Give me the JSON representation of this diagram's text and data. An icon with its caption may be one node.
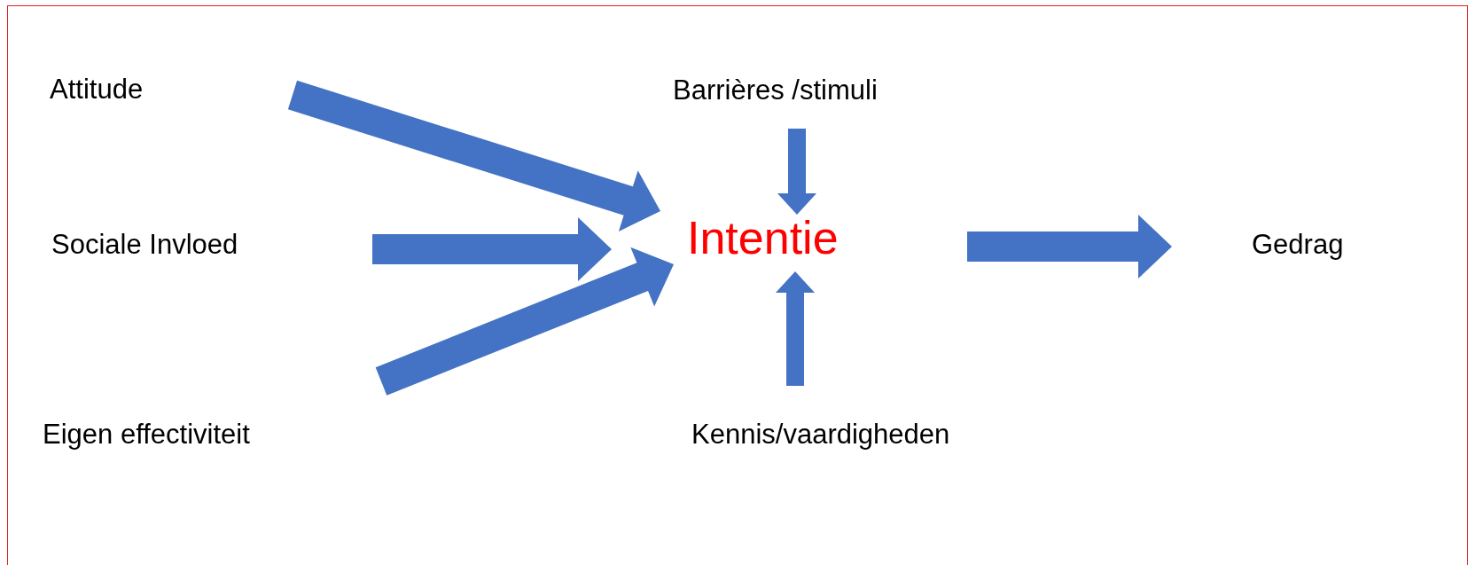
{
  "diagram": {
    "nodes": [
      {
        "text": [
          "Attitude"
        ]
      },
      {
        "text": [
          "Sociale Invloed"
        ]
      },
      {
        "text": [
          "Eigen effectiviteit"
        ]
      },
      {
        "text": [
          "Barrières /stimuli"
        ]
      },
      {
        "text": [
          "Intentie"
        ]
      },
      {
        "text": [
          "Kennis/vaardigheden"
        ]
      },
      {
        "text": [
          "Gedrag"
        ]
      }
    ],
    "edges": [
      {
        "from": 0,
        "to": 4,
        "arrow": "to"
      },
      {
        "from": 1,
        "to": 4,
        "arrow": "to"
      },
      {
        "from": 2,
        "to": 4,
        "arrow": "to"
      },
      {
        "from": 3,
        "to": 4,
        "arrow": "to"
      },
      {
        "from": 5,
        "to": 4,
        "arrow": "to"
      },
      {
        "from": 4,
        "to": 6,
        "arrow": "to"
      }
    ]
  }
}
